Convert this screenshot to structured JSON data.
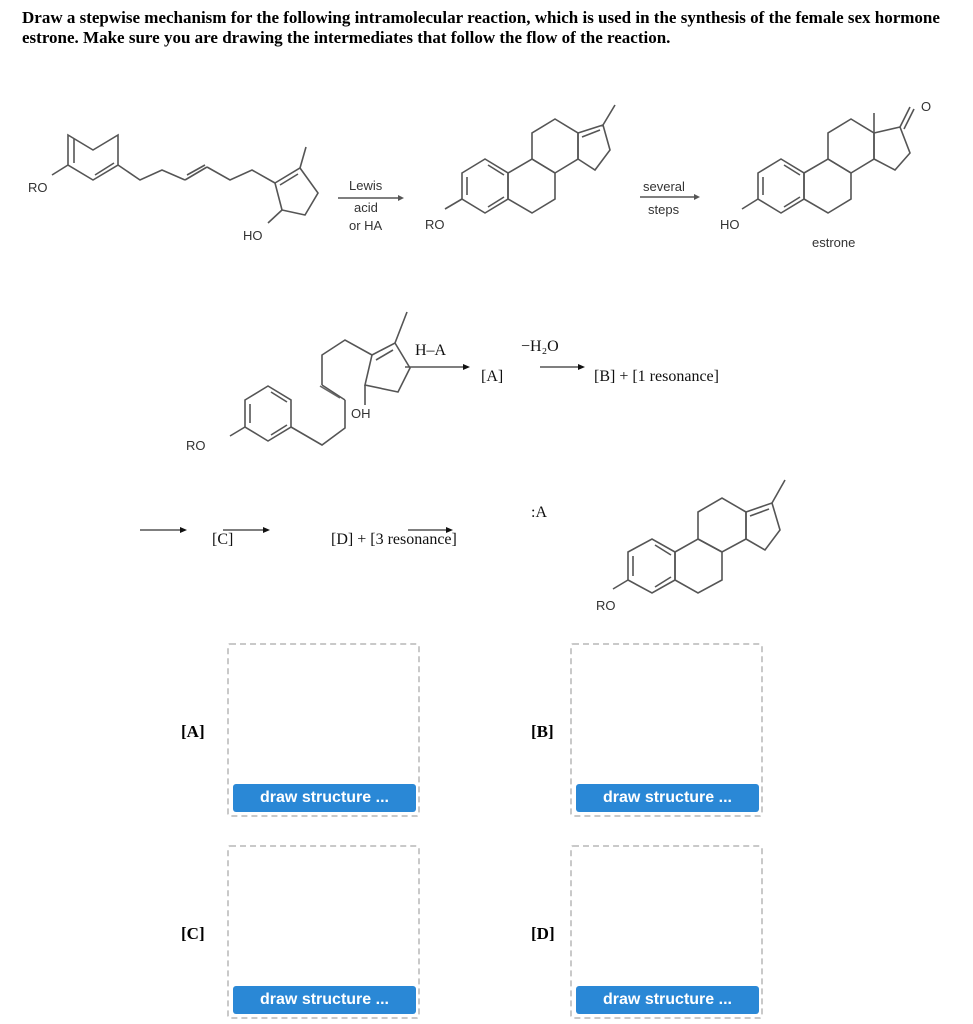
{
  "question": {
    "text": "Draw a stepwise mechanism for the following intramolecular reaction, which is used in the synthesis of the female sex hormone estrone. Make sure you are drawing the intermediates that follow the flow of the reaction."
  },
  "overview_scheme": {
    "reactant": {
      "label_ro": "RO",
      "label_ho": "HO"
    },
    "arrow1": {
      "above": "Lewis",
      "below_1": "acid",
      "below_2": "or HA"
    },
    "product": {
      "label_ro": "RO"
    },
    "arrow2": {
      "above": "several",
      "below": "steps"
    },
    "estrone": {
      "label_ho": "HO",
      "label_o": "O",
      "name": "estrone"
    }
  },
  "mechanism": {
    "start": {
      "label_ro": "RO",
      "label_oh": "OH"
    },
    "step1": {
      "reagent": "H–A",
      "product": "[A]"
    },
    "step2": {
      "reagent": "−H₂O",
      "product": "[B] + [1 resonance]"
    },
    "step3": {
      "product": "[C]"
    },
    "step4": {
      "product": "[D] + [3 resonance]"
    },
    "step5": {
      "reagent": ":A"
    },
    "final": {
      "label_ro": "RO"
    }
  },
  "answers": [
    {
      "label": "[A]",
      "button": "draw structure ..."
    },
    {
      "label": "[B]",
      "button": "draw structure ..."
    },
    {
      "label": "[C]",
      "button": "draw structure ..."
    },
    {
      "label": "[D]",
      "button": "draw structure ..."
    }
  ],
  "colors": {
    "button_bg": "#2a88d6",
    "box_border": "#c9c9c9"
  }
}
